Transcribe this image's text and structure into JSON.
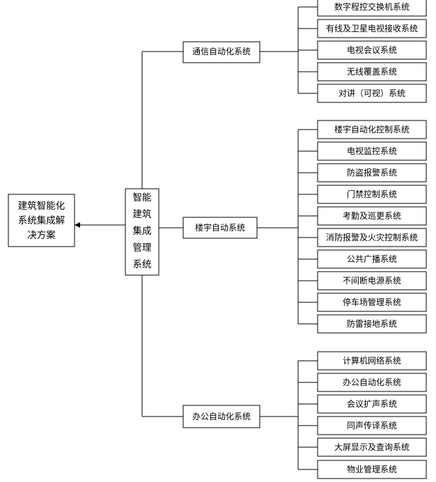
{
  "root": {
    "lines": [
      "建筑智能化",
      "系统集成解",
      "决方案"
    ]
  },
  "center": {
    "lines": [
      "智能",
      "建筑",
      "集成",
      "管理",
      "系统"
    ]
  },
  "groups": [
    {
      "label": "通信自动化系统",
      "items": [
        "数字程控交换机系统",
        "有线及卫星电视接收系统",
        "电视会议系统",
        "无线覆盖系统",
        "对讲（可视）系统"
      ]
    },
    {
      "label": "楼宇自动系统",
      "items": [
        "楼宇自动化控制系统",
        "电视监控系统",
        "防盗报警系统",
        "门禁控制系统",
        "考勤及巡更系统",
        "消防报警及火灾控制系统",
        "公共广播系统",
        "不间断电源系统",
        "停车场管理系统",
        "防雷接地系统"
      ]
    },
    {
      "label": "办公自动化系统",
      "items": [
        "计算机网络系统",
        "办公自动化系统",
        "会议扩声系统",
        "同声传译系统",
        "大屏显示及查询系统",
        "物业管理系统"
      ]
    }
  ]
}
